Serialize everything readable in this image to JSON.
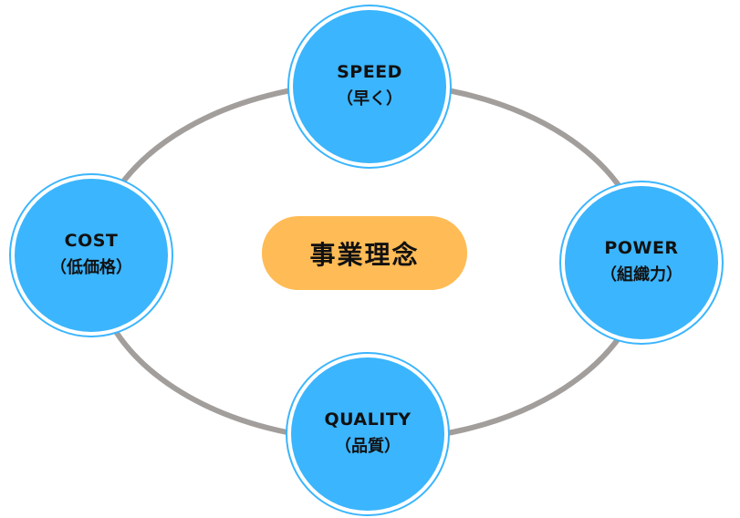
{
  "diagram": {
    "title": "事業理念",
    "colors": {
      "node_fill": "#3bb5fd",
      "node_ring": "#3bb5fd",
      "connector": "#a29e9c",
      "center_fill": "#ffbb55",
      "text": "#111111"
    },
    "center": {
      "label": "事業理念"
    },
    "nodes": [
      {
        "id": "speed",
        "label_en": "SPEED",
        "label_jp": "（早く）"
      },
      {
        "id": "power",
        "label_en": "POWER",
        "label_jp": "（組織力）"
      },
      {
        "id": "quality",
        "label_en": "QUALITY",
        "label_jp": "（品質）"
      },
      {
        "id": "cost",
        "label_en": "COST",
        "label_jp": "（低価格）"
      }
    ],
    "connector": {
      "shape": "ellipse",
      "description": "cycle connecting all four nodes"
    }
  }
}
